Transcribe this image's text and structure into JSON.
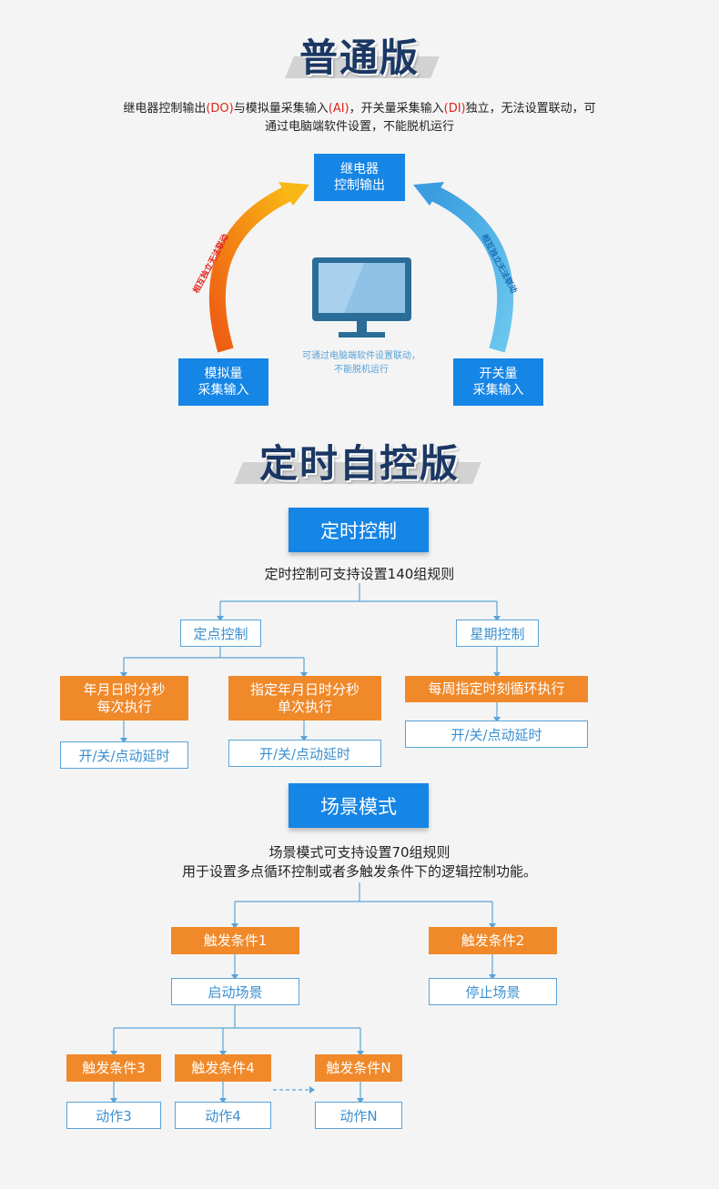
{
  "basic": {
    "title": "普通版",
    "desc_part1": "继电器控制输出",
    "desc_do": "(DO)",
    "desc_part2": "与模拟量采集输入",
    "desc_ai": "(AI)",
    "desc_part3": "，开关量采集输入",
    "desc_di": "(DI)",
    "desc_part4": "独立，无法设置联动，可",
    "desc_line2": "通过电脑端软件设置，不能脱机运行",
    "relay_line1": "继电器",
    "relay_line2": "控制输出",
    "analog_line1": "模拟量",
    "analog_line2": "采集输入",
    "switch_line1": "开关量",
    "switch_line2": "采集输入",
    "left_arrow_label": "相互独立无法联动",
    "right_arrow_label": "相互独立无法联动",
    "monitor_line1": "可通过电脑端软件设置联动，",
    "monitor_line2": "不能脱机运行"
  },
  "timed": {
    "title": "定时自控版",
    "timer_tab": "定时控制",
    "timer_desc": "定时控制可支持设置140组规则",
    "fixed_point": "定点控制",
    "weekly": "星期控制",
    "ymd_line1": "年月日时分秒",
    "ymd_line2": "每次执行",
    "spec_line1": "指定年月日时分秒",
    "spec_line2": "单次执行",
    "week_cycle": "每周指定时刻循环执行",
    "action1": "开/关/点动延时",
    "action2": "开/关/点动延时",
    "action3": "开/关/点动延时",
    "scene_tab": "场景模式",
    "scene_desc1": "场景模式可支持设置70组规则",
    "scene_desc2": "用于设置多点循环控制或者多触发条件下的逻辑控制功能。",
    "trigger1": "触发条件1",
    "trigger2": "触发条件2",
    "start_scene": "启动场景",
    "stop_scene": "停止场景",
    "trigger3": "触发条件3",
    "trigger4": "触发条件4",
    "triggerN": "触发条件N",
    "act3": "动作3",
    "act4": "动作4",
    "actN": "动作N"
  },
  "colors": {
    "primary_blue": "#1585e6",
    "orange": "#f0892a",
    "navy_title": "#1b3763",
    "red_text": "#e1251b",
    "line_blue": "#5aa3d8"
  }
}
